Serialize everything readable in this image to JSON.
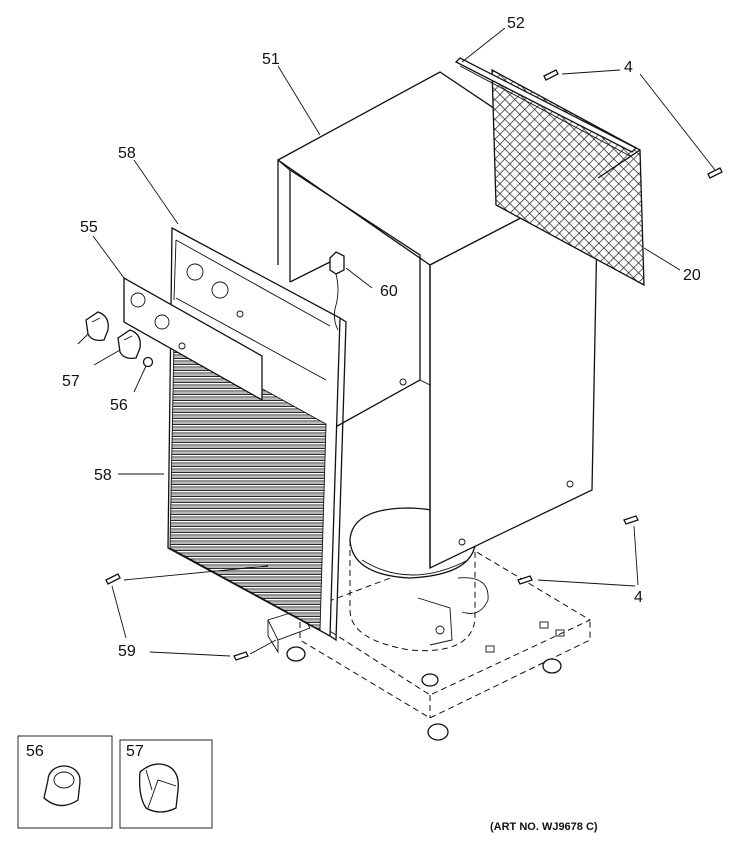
{
  "callouts": {
    "c52": "52",
    "c51": "51",
    "c4a": "4",
    "c58a": "58",
    "c55": "55",
    "c60": "60",
    "c20": "20",
    "c57": "57",
    "c56": "56",
    "c58b": "58",
    "c4b": "4",
    "c59": "59"
  },
  "inset_labels": {
    "i56": "56",
    "i57": "57"
  },
  "art_number": "(ART NO. WJ9678 C)",
  "parts": [
    "cabinet",
    "back-grille",
    "front-grille",
    "control-panel",
    "knob",
    "button",
    "compressor",
    "base-pan",
    "screw",
    "wire-clip"
  ]
}
